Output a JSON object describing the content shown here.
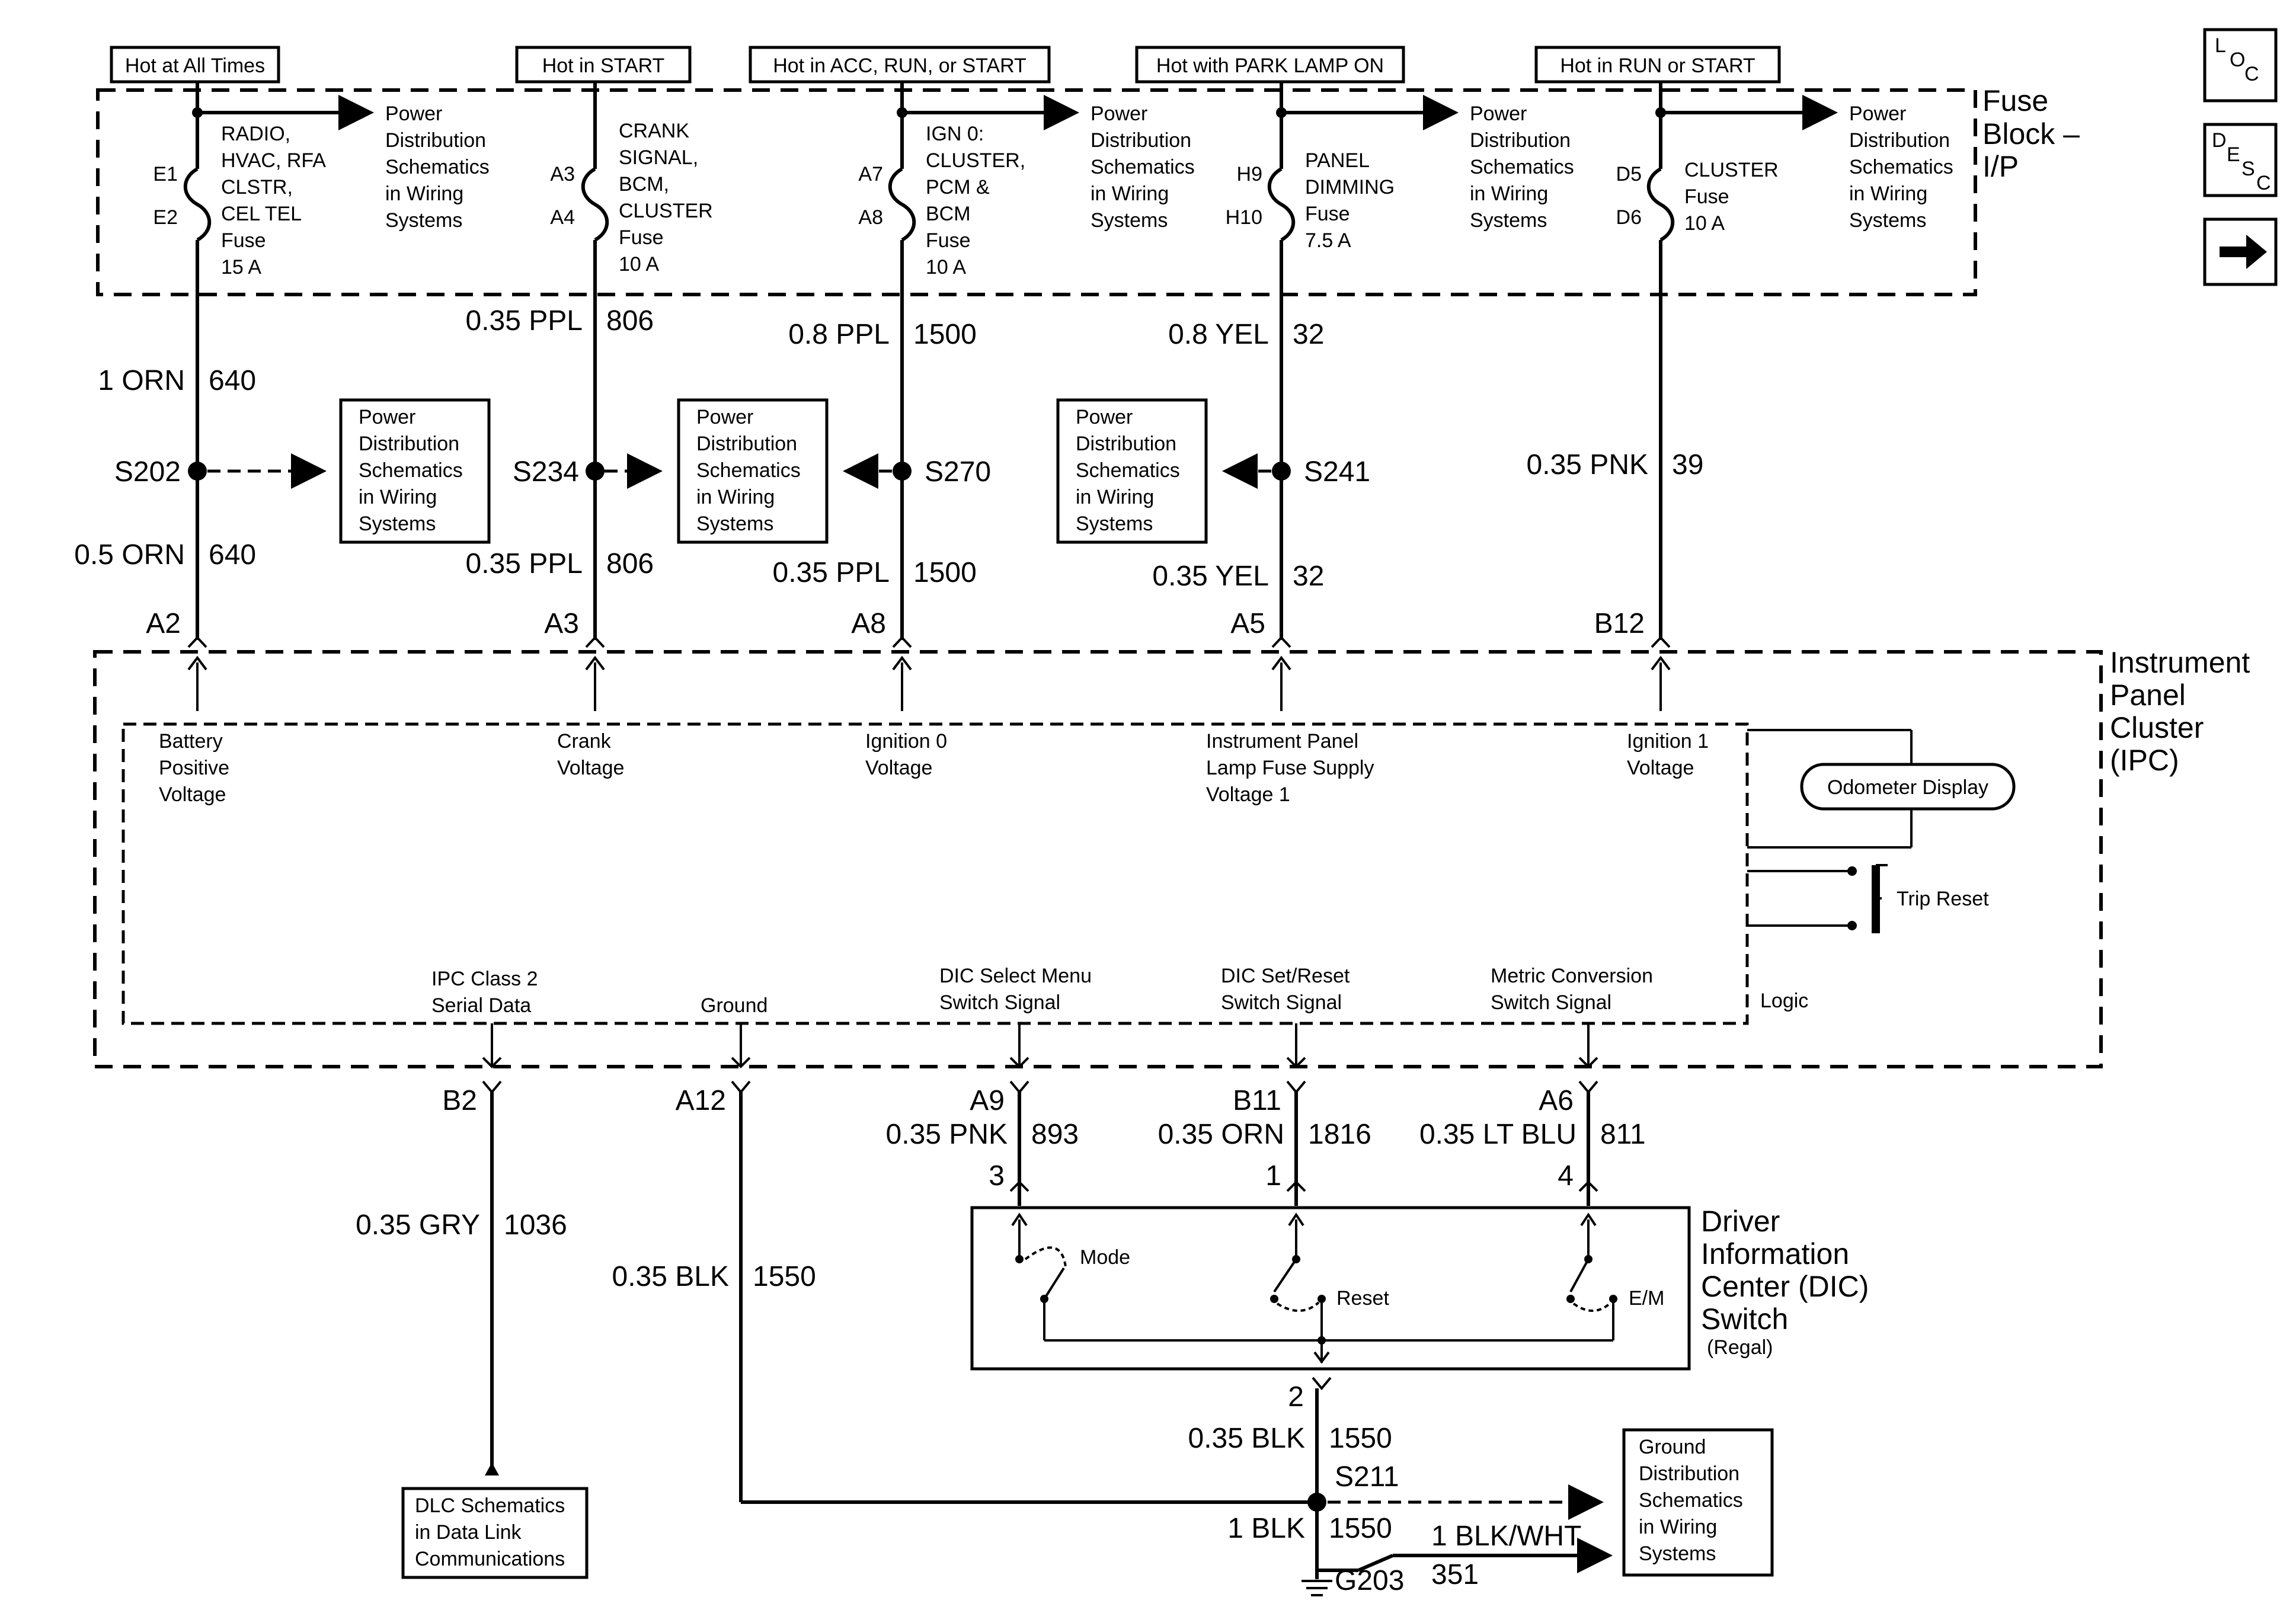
{
  "hot_labels": {
    "always": "Hot at All Times",
    "start": "Hot in START",
    "acc_run_start": "Hot in ACC, RUN, or START",
    "park_lamp": "Hot with PARK LAMP ON",
    "run_start": "Hot in RUN or START"
  },
  "fuse_block": {
    "line1": "Fuse",
    "line2": "Block –",
    "line3": "I/P"
  },
  "power_dist_ref": [
    "Power",
    "Distribution",
    "Schematics",
    "in Wiring",
    "Systems"
  ],
  "fuses": [
    {
      "pin_top": "E1",
      "pin_bottom": "E2",
      "lines": [
        "RADIO,",
        "HVAC, RFA",
        "CLSTR,",
        "CEL TEL",
        "Fuse",
        "15 A"
      ]
    },
    {
      "pin_top": "A3",
      "pin_bottom": "A4",
      "lines": [
        "CRANK",
        "SIGNAL,",
        "BCM,",
        "CLUSTER",
        "Fuse",
        "10 A"
      ]
    },
    {
      "pin_top": "A7",
      "pin_bottom": "A8",
      "lines": [
        "IGN 0:",
        "CLUSTER,",
        "PCM &",
        "BCM",
        "Fuse",
        "10 A"
      ]
    },
    {
      "pin_top": "H9",
      "pin_bottom": "H10",
      "lines": [
        "PANEL",
        "DIMMING",
        "Fuse",
        "7.5 A"
      ]
    },
    {
      "pin_top": "D5",
      "pin_bottom": "D6",
      "lines": [
        "CLUSTER",
        "Fuse",
        "10 A"
      ]
    }
  ],
  "wires": {
    "w640_upper": {
      "gauge": "1 ORN",
      "circuit": "640"
    },
    "w640_lower": {
      "gauge": "0.5 ORN",
      "circuit": "640"
    },
    "w806_upper": {
      "gauge": "0.35 PPL",
      "circuit": "806"
    },
    "w806_lower": {
      "gauge": "0.35 PPL",
      "circuit": "806"
    },
    "w1500_upper": {
      "gauge": "0.8 PPL",
      "circuit": "1500"
    },
    "w1500_lower": {
      "gauge": "0.35 PPL",
      "circuit": "1500"
    },
    "w32_upper": {
      "gauge": "0.8 YEL",
      "circuit": "32"
    },
    "w32_lower": {
      "gauge": "0.35 YEL",
      "circuit": "32"
    },
    "w39": {
      "gauge": "0.35 PNK",
      "circuit": "39"
    },
    "w1036": {
      "gauge": "0.35 GRY",
      "circuit": "1036"
    },
    "w1550_ipc": {
      "gauge": "0.35 BLK",
      "circuit": "1550"
    },
    "w893": {
      "gauge": "0.35 PNK",
      "circuit": "893"
    },
    "w1816": {
      "gauge": "0.35 ORN",
      "circuit": "1816"
    },
    "w811": {
      "gauge": "0.35 LT BLU",
      "circuit": "811"
    },
    "w1550_dic": {
      "gauge": "0.35 BLK",
      "circuit": "1550"
    },
    "w1550_ground": {
      "gauge": "1 BLK",
      "circuit": "1550"
    },
    "w351": {
      "gauge": "1 BLK/WHT",
      "circuit": "351"
    }
  },
  "splices": {
    "s202": "S202",
    "s234": "S234",
    "s270": "S270",
    "s241": "S241",
    "s211": "S211"
  },
  "ground": "G203",
  "ipc_pins_top": [
    "A2",
    "A3",
    "A8",
    "A5",
    "B12"
  ],
  "ipc_pins_bottom": {
    "b2": "B2",
    "a12": "A12",
    "a9": "A9",
    "b11": "B11",
    "a6": "A6"
  },
  "ipc": {
    "line1": "Instrument",
    "line2": "Panel",
    "line3": "Cluster",
    "line4": "(IPC)"
  },
  "ipc_inputs": {
    "battery": [
      "Battery",
      "Positive",
      "Voltage"
    ],
    "crank": [
      "Crank",
      "Voltage"
    ],
    "ign0": [
      "Ignition 0",
      "Voltage"
    ],
    "lamp": [
      "Instrument Panel",
      "Lamp Fuse Supply",
      "Voltage 1"
    ],
    "ign1": [
      "Ignition 1",
      "Voltage"
    ]
  },
  "ipc_outputs": {
    "serial": [
      "IPC Class 2",
      "Serial Data"
    ],
    "ground": "Ground",
    "select": [
      "DIC Select Menu",
      "Switch Signal"
    ],
    "setreset": [
      "DIC Set/Reset",
      "Switch Signal"
    ],
    "metric": [
      "Metric Conversion",
      "Switch Signal"
    ]
  },
  "odometer": "Odometer Display",
  "trip_reset": "Trip Reset",
  "logic": "Logic",
  "dic": {
    "line1": "Driver",
    "line2": "Information",
    "line3": "Center (DIC)",
    "line4": "Switch",
    "line5": "(Regal)"
  },
  "dic_pins": {
    "p3": "3",
    "p1": "1",
    "p4": "4",
    "p2": "2"
  },
  "dic_switches": {
    "mode": "Mode",
    "reset": "Reset",
    "em": "E/M"
  },
  "dlc_ref": [
    "DLC Schematics",
    "in Data Link",
    "Communications"
  ],
  "ground_ref": [
    "Ground",
    "Distribution",
    "Schematics",
    "in Wiring",
    "Systems"
  ],
  "nav": {
    "loc": [
      "L",
      "O",
      "C"
    ],
    "desc": [
      "D",
      "E",
      "S",
      "C"
    ],
    "next_icon": "arrow-right-icon"
  }
}
